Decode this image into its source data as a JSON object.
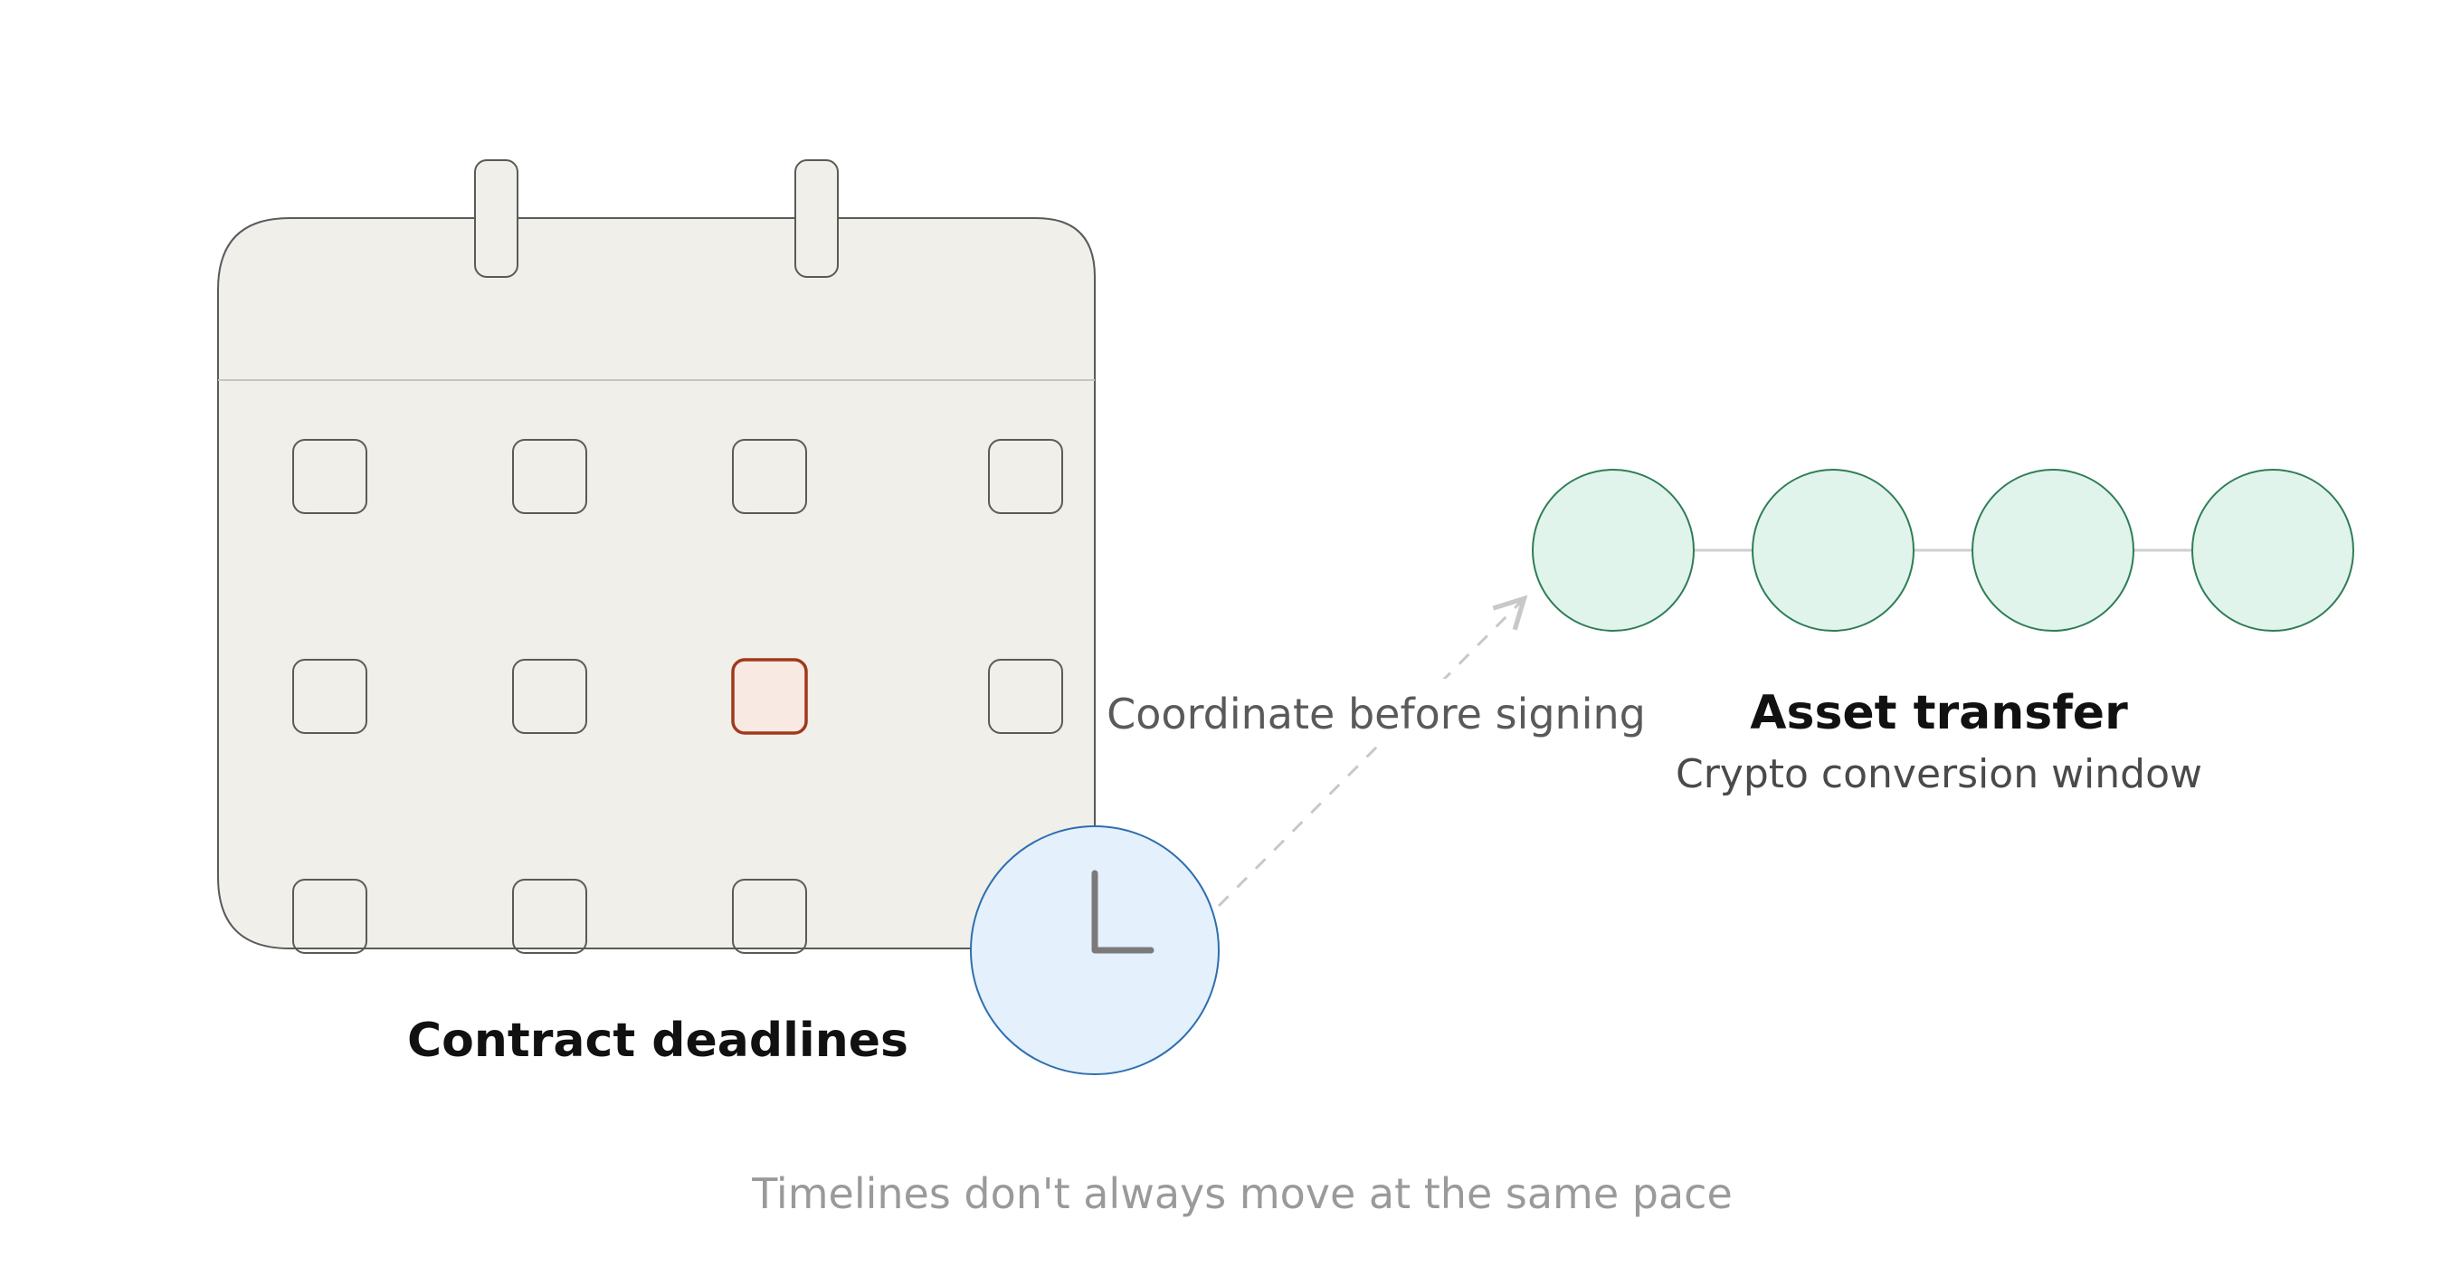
{
  "calendar": {
    "label": "Contract deadlines",
    "grid_rows": 3,
    "grid_cols": 4,
    "highlighted_cell": {
      "row": 2,
      "col": 3
    },
    "colors": {
      "body_fill": "#f1efea",
      "outline": "#5a5a5a",
      "header_divider": "#c8c4bc",
      "highlight_stroke": "#a0391c",
      "highlight_fill": "#f9e9e3"
    }
  },
  "clock": {
    "icon": "clock-icon",
    "colors": {
      "fill": "#e4f0fb",
      "stroke": "#2e6fb0",
      "hands": "#7a7a7a"
    }
  },
  "connector": {
    "label": "Coordinate before signing",
    "style": "dashed-arrow",
    "color": "#c8c8c8"
  },
  "asset": {
    "title": "Asset transfer",
    "subtitle": "Crypto conversion window",
    "node_count": 4,
    "colors": {
      "fill": "#e0f4ec",
      "stroke": "#2f7d55",
      "link": "#cfcfcf"
    }
  },
  "caption": "Timelines don't always move at the same pace"
}
